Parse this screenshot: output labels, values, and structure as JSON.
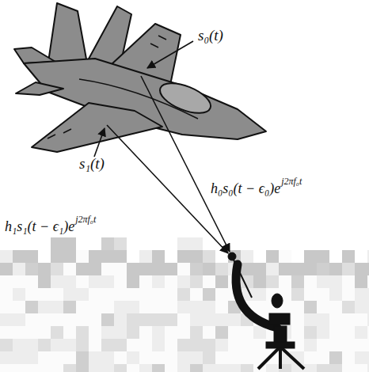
{
  "diagram": {
    "labels": [
      "s₀(t)",
      "s₁(t)",
      "h₀s₀(t − ϵ₀)e",
      "j2πf₀t",
      "h₁s₁(t − ϵ₁)e",
      "j2πf₀t"
    ]
  }
}
